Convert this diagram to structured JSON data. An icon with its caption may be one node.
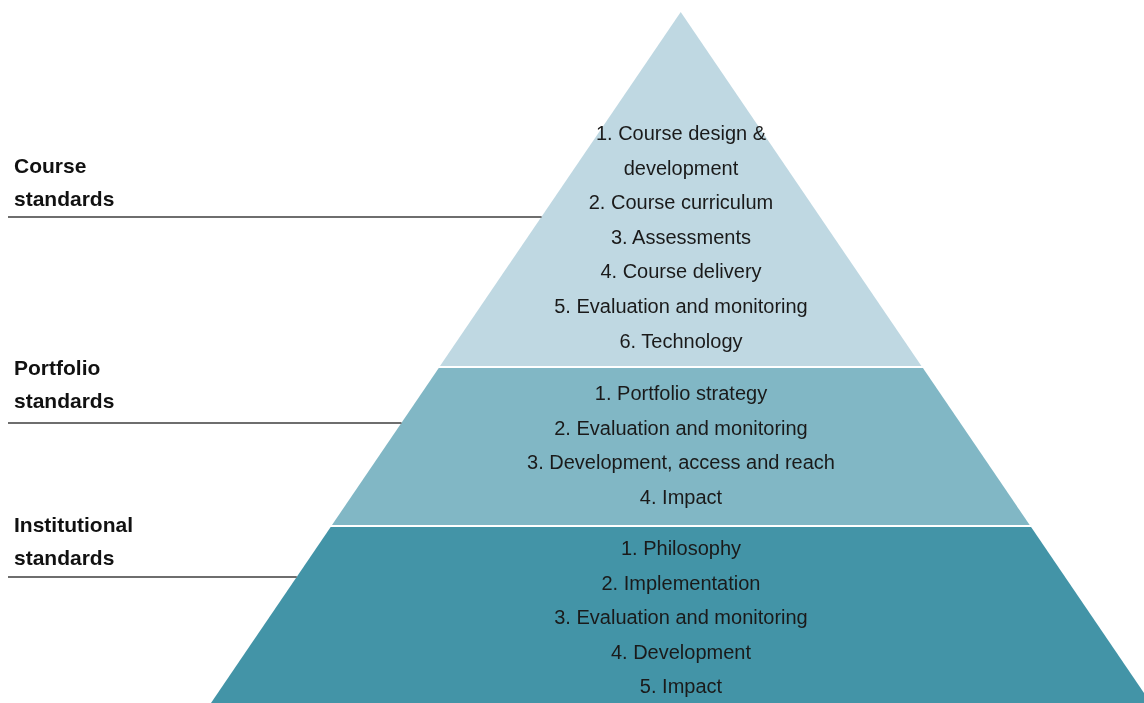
{
  "diagram": {
    "nodes": [
      {
        "text": [
          "Course standards"
        ]
      },
      {
        "text": [
          "1. Course design & development",
          "2. Course curriculum",
          "3. Assessments",
          "4. Course delivery",
          "5. Evaluation and monitoring",
          "6. Technology"
        ]
      },
      {
        "text": [
          "Portfolio standards"
        ]
      },
      {
        "text": [
          "1. Portfolio strategy",
          "2. Evaluation and monitoring",
          "3. Development, access and reach",
          "4. Impact"
        ]
      },
      {
        "text": [
          "Institutional standards"
        ]
      },
      {
        "text": [
          "1. Philosophy",
          "2. Implementation",
          "3. Evaluation and monitoring",
          "4. Development",
          "5. Impact"
        ]
      }
    ],
    "edges": [
      {
        "from": 0,
        "to": 1,
        "arrow": "none"
      },
      {
        "from": 2,
        "to": 3,
        "arrow": "none"
      },
      {
        "from": 4,
        "to": 5,
        "arrow": "none"
      }
    ]
  }
}
